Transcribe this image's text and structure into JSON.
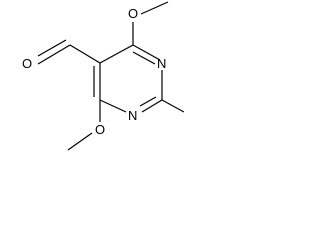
{
  "molecule": {
    "atoms": {
      "aldehyde_oxygen": "O",
      "methoxy_oxygen_top": "O",
      "methoxy_oxygen_bottom": "O",
      "ring_nitrogen_top": "N",
      "ring_nitrogen_bottom": "N"
    }
  },
  "colors": {
    "bond": "#000000",
    "label": "#000000",
    "background": "#ffffff"
  }
}
